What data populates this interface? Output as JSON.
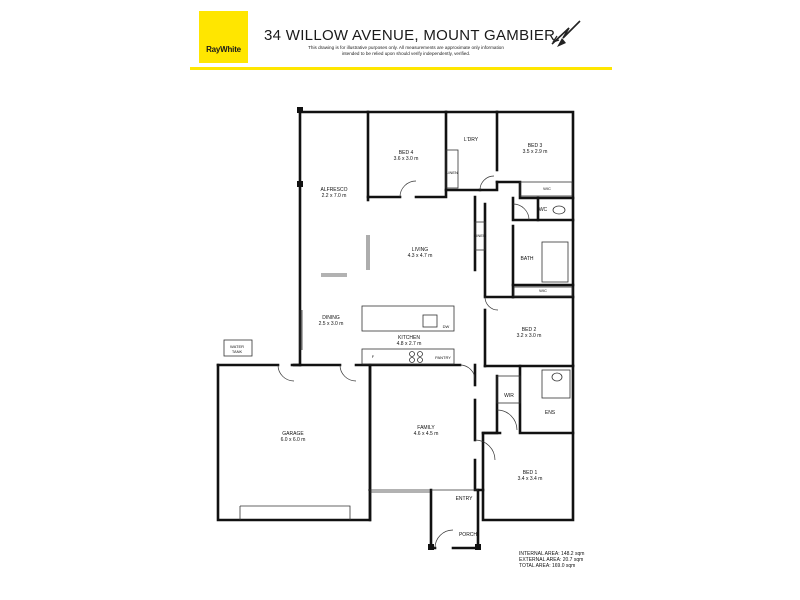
{
  "header": {
    "logo_text": "RayWhite",
    "title": "34 WILLOW AVENUE, MOUNT GAMBIER",
    "disclaimer": "This drawing is for illustrative purposes only. All measurements are approximate only information intended to be relied upon should verify independently, verified.",
    "brand_color": "#ffe600"
  },
  "compass": {
    "icon": "north-arrow-icon"
  },
  "rooms": {
    "alfresco": {
      "name": "ALFRESCO",
      "dim": "2.2 x 7.0 m"
    },
    "bed4": {
      "name": "BED 4",
      "dim": "3.6 x 3.0 m"
    },
    "ldry": {
      "name": "L'DRY"
    },
    "linen1": {
      "name": "LINEN"
    },
    "bed3": {
      "name": "BED 3",
      "dim": "3.5 x 2.9 m"
    },
    "bed3_wic": {
      "name": "WIC"
    },
    "wc": {
      "name": "WC"
    },
    "linen2": {
      "name": "LINEN"
    },
    "living": {
      "name": "LIVING",
      "dim": "4.3 x 4.7 m"
    },
    "bath": {
      "name": "BATH"
    },
    "bed2_wic": {
      "name": "WIC"
    },
    "dining": {
      "name": "DINING",
      "dim": "2.5 x 3.0 m"
    },
    "bed2": {
      "name": "BED 2",
      "dim": "3.2 x 3.0 m"
    },
    "kitchen": {
      "name": "KITCHEN",
      "dim": "4.8 x 2.7 m"
    },
    "pantry": {
      "name": "PANTRY"
    },
    "fridge": {
      "name": "F"
    },
    "dw": {
      "name": "DW"
    },
    "water_tank": {
      "name": "WATER TANK"
    },
    "garage": {
      "name": "GARAGE",
      "dim": "6.0 x 6.0 m"
    },
    "family": {
      "name": "FAMILY",
      "dim": "4.6 x 4.5 m"
    },
    "wir": {
      "name": "WIR"
    },
    "ens": {
      "name": "ENS"
    },
    "bed1": {
      "name": "BED 1",
      "dim": "3.4 x 3.4 m"
    },
    "entry": {
      "name": "ENTRY"
    },
    "porch": {
      "name": "PORCH"
    }
  },
  "areas": {
    "internal": "INTERNAL AREA: 148.2 sqm",
    "external": "EXTERNAL AREA: 20.7 sqm",
    "total": "TOTAL AREA: 169.0 sqm"
  }
}
